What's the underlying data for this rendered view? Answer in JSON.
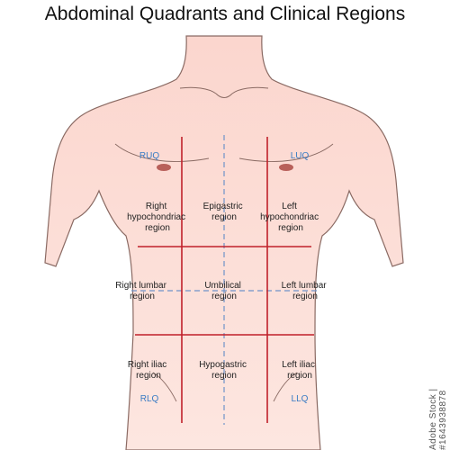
{
  "title": "Abdominal Quadrants and Clinical Regions",
  "quadrants": {
    "ruq": "RUQ",
    "luq": "LUQ",
    "rlq": "RLQ",
    "llq": "LLQ"
  },
  "regions": {
    "right_hypochondriac": [
      "Right",
      "hypochondriac",
      "region"
    ],
    "epigastric": [
      "Epigastric",
      "region"
    ],
    "left_hypochondriac": [
      "Left",
      "hypochondriac",
      "region"
    ],
    "right_lumbar": [
      "Right lumbar",
      "region"
    ],
    "umbilical": [
      "Umbilical",
      "region"
    ],
    "left_lumbar": [
      "Left lumbar",
      "region"
    ],
    "right_iliac": [
      "Right iliac",
      "region"
    ],
    "hypogastric": [
      "Hypogastric",
      "region"
    ],
    "left_iliac": [
      "Left iliac",
      "region"
    ]
  },
  "watermark": "Adobe Stock | #1643938878",
  "colors": {
    "skin": "#fbd9d2",
    "skin_light": "#fde9e4",
    "outline": "#8a6a63",
    "region_line": "#c0202a",
    "quadrant_line": "#6f93c9",
    "quadrant_label": "#3a7cc4",
    "nipple": "#b8605a",
    "text": "#222222"
  }
}
